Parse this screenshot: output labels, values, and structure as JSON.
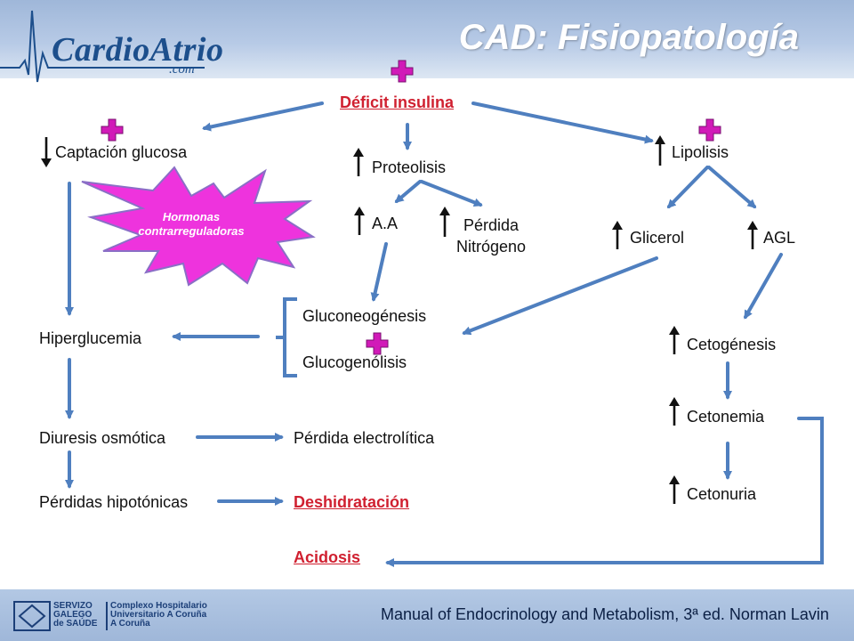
{
  "header": {
    "logo_name": "CardioAtrio",
    "logo_suffix": ".com",
    "title": "CAD: Fisiopatología"
  },
  "nodes": {
    "deficit": "Déficit insulina",
    "captacion": "Captación glucosa",
    "proteolisis": "Proteolisis",
    "lipolisis": "Lipolisis",
    "aa": "A.A",
    "perdida_n_1": "Pérdida",
    "perdida_n_2": "Nitrógeno",
    "glicerol": "Glicerol",
    "agl": "AGL",
    "hormonas_1": "Hormonas",
    "hormonas_2": "contrarreguladoras",
    "gluconeogenesis": "Gluconeogénesis",
    "glucogenolisis": "Glucogenólisis",
    "hiperglucemia": "Hiperglucemia",
    "cetogenesis": "Cetogénesis",
    "cetonemia": "Cetonemia",
    "diuresis": "Diuresis osmótica",
    "perdida_electrolitica": "Pérdida electrolítica",
    "cetonuria": "Cetonuria",
    "perdidas_hipotonicas": "Pérdidas hipotónicas",
    "deshidratacion": "Deshidratación",
    "acidosis": "Acidosis"
  },
  "footer": {
    "citation": "Manual of Endocrinology and Metabolism, 3ª ed. Norman Lavin",
    "sergas_1": "SERVIZO",
    "sergas_2": "GALEGO",
    "sergas_3": "de SAÚDE",
    "chuac_1": "Complexo Hospitalario",
    "chuac_2": "Universitario A Coruña",
    "chuac_3": "A Coruña"
  },
  "colors": {
    "arrow": "#4f7fbf",
    "plus": "#d11ab8",
    "star_fill": "#ee33dd",
    "highlight_text": "#d02030",
    "header": "#a8bfe0"
  },
  "icons": [
    "heartbeat-icon",
    "plus-icon",
    "up-arrow-icon",
    "down-arrow-icon",
    "starburst-icon",
    "bracket-icon"
  ]
}
